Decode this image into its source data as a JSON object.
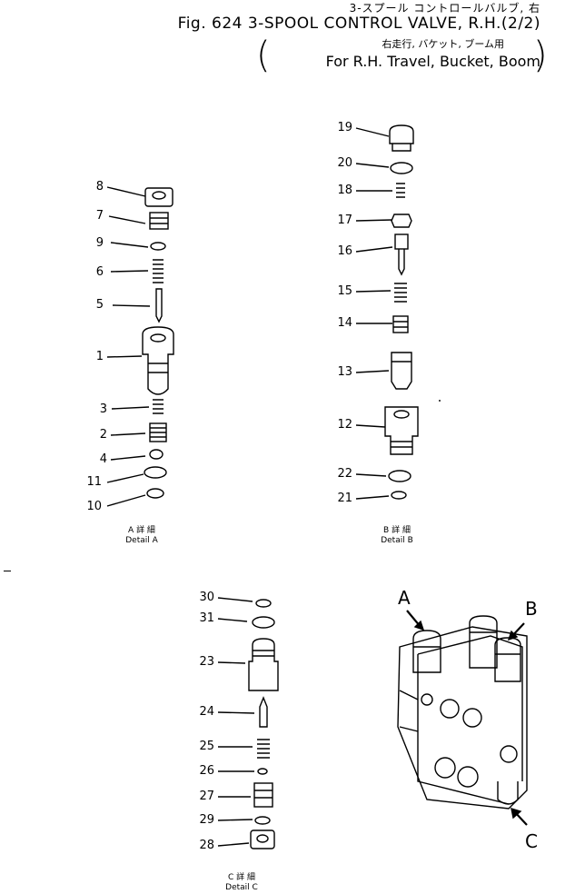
{
  "header": {
    "jp_title": "3-スプール コントロールバルブ, 右",
    "title": "Fig. 624 3-SPOOL CONTROL VALVE, R.H.(2/2)",
    "jp_subtitle": "右走行, バケット, ブーム用",
    "subtitle": "For R.H. Travel, Bucket, Boom"
  },
  "details": {
    "a": {
      "caption_jp": "A 詳 細",
      "caption": "Detail A",
      "parts": [
        "8",
        "7",
        "9",
        "6",
        "5",
        "1",
        "3",
        "2",
        "4",
        "11",
        "10"
      ]
    },
    "b": {
      "caption_jp": "B 詳 細",
      "caption": "Detail B",
      "parts": [
        "19",
        "20",
        "18",
        "17",
        "16",
        "15",
        "14",
        "13",
        "12",
        "22",
        "21"
      ]
    },
    "c": {
      "caption_jp": "C 詳 細",
      "caption": "Detail C",
      "parts": [
        "30",
        "31",
        "23",
        "24",
        "25",
        "26",
        "27",
        "29",
        "28"
      ]
    }
  },
  "assembly": {
    "view_labels": [
      "A",
      "B",
      "C"
    ]
  }
}
